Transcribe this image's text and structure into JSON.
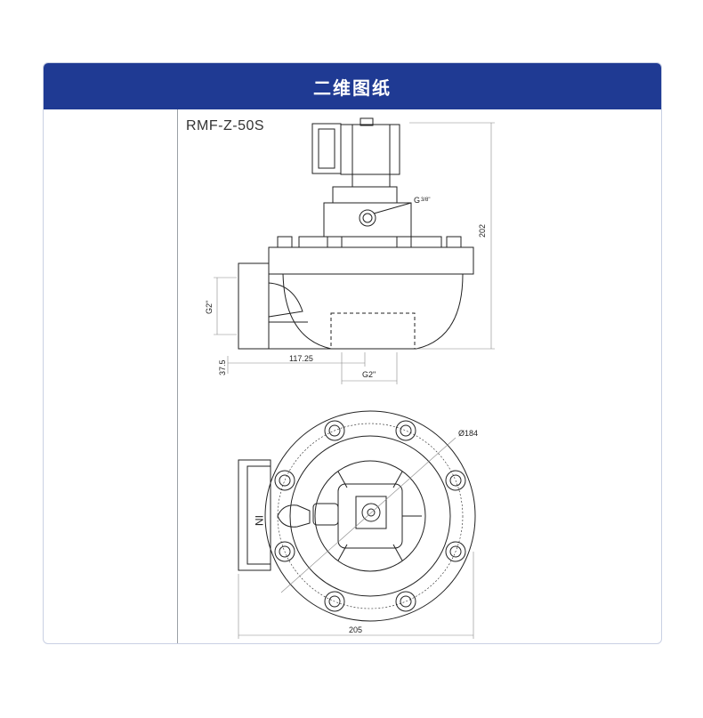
{
  "header": {
    "title": "二维图纸"
  },
  "model": {
    "name": "RMF-Z-50S"
  },
  "dims": {
    "height": "202",
    "inlet_thread": "G2\"",
    "offset_117": "117.25",
    "offset_375": "37.5",
    "outlet_thread": "G2\"",
    "pilot_port": "G",
    "pilot_frac": "3/8\"",
    "body_diameter": "Ø184",
    "width": "205",
    "inlet_marker": "IN"
  },
  "colors": {
    "header_bg": "#1f3a93",
    "line": "#222222"
  }
}
